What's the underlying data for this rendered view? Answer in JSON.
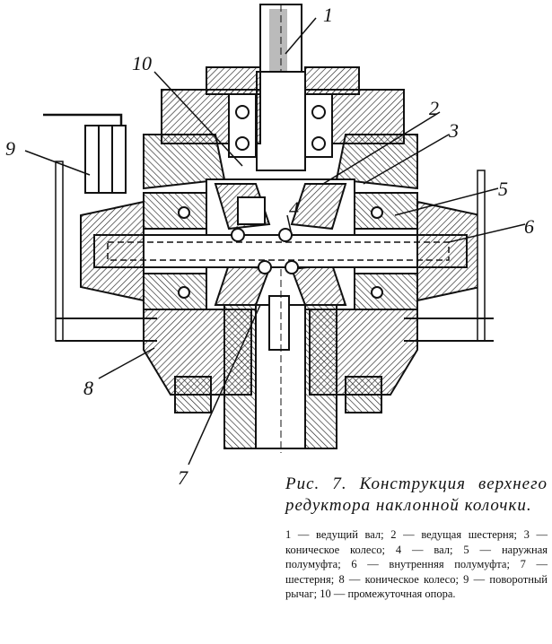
{
  "figure": {
    "callouts": [
      {
        "id": "1",
        "text": "1"
      },
      {
        "id": "2",
        "text": "2"
      },
      {
        "id": "3",
        "text": "3"
      },
      {
        "id": "4",
        "text": "4"
      },
      {
        "id": "5",
        "text": "5"
      },
      {
        "id": "6",
        "text": "6"
      },
      {
        "id": "7",
        "text": "7"
      },
      {
        "id": "8",
        "text": "8"
      },
      {
        "id": "9",
        "text": "9"
      },
      {
        "id": "10",
        "text": "10"
      }
    ],
    "caption_title": "Рис. 7. Конструкция верхнего редуктора наклонной колочки.",
    "caption_legend": "1 — ведущий вал; 2 — ведущая шестерня; 3 — коническое колесо; 4 — вал; 5 — наружная полумуфта; 6 — внутренняя полумуфта; 7 — шестерня; 8 — коническое колесо; 9 — поворотный рычаг; 10 — промежуточная опора."
  }
}
